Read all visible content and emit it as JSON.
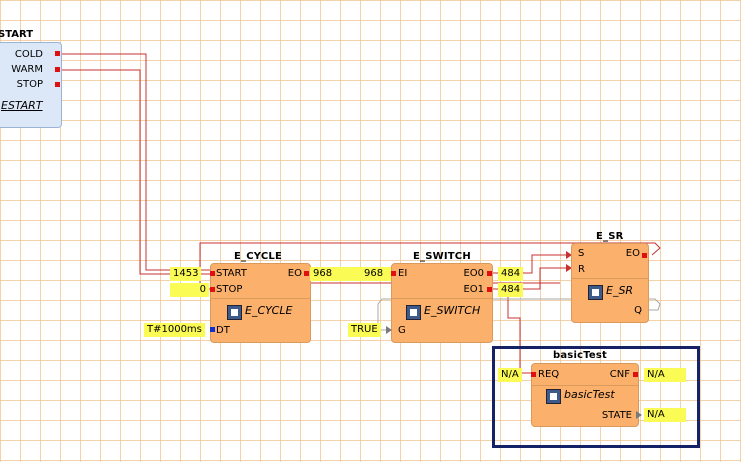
{
  "start_block": {
    "title": "START",
    "outputs": [
      "COLD",
      "WARM",
      "STOP"
    ],
    "type_name": "ESTART"
  },
  "e_cycle": {
    "title": "E_CYCLE",
    "event_inputs": [
      "START",
      "STOP"
    ],
    "event_outputs": [
      "EO"
    ],
    "data_inputs": [
      "DT"
    ],
    "type_name": "E_CYCLE",
    "start_value": "1453",
    "stop_value": "0",
    "dt_value": "T#1000ms",
    "eo_value": "968"
  },
  "e_switch": {
    "title": "E_SWITCH",
    "event_inputs": [
      "EI"
    ],
    "event_outputs": [
      "EO0",
      "EO1"
    ],
    "data_inputs": [
      "G"
    ],
    "type_name": "E_SWITCH",
    "ei_value": "968",
    "eo0_value": "484",
    "eo1_value": "484",
    "g_value": "TRUE"
  },
  "e_sr": {
    "title": "E_SR",
    "event_inputs": [
      "S",
      "R"
    ],
    "event_outputs": [
      "EO"
    ],
    "data_outputs": [
      "Q"
    ],
    "type_name": "E_SR"
  },
  "basic_test": {
    "title": "basicTest",
    "event_inputs": [
      "REQ"
    ],
    "event_outputs": [
      "CNF"
    ],
    "data_outputs": [
      "STATE"
    ],
    "type_name": "basicTest",
    "req_value": "N/A",
    "cnf_value": "N/A",
    "state_value": "N/A"
  },
  "colors": {
    "fb_fill": "#fbb06c",
    "start_fill": "#dce8f7",
    "event_wire": "#cc2020",
    "data_wire": "#a0a0a0",
    "value_highlight": "#fbfb55",
    "focus_border": "#152266"
  }
}
